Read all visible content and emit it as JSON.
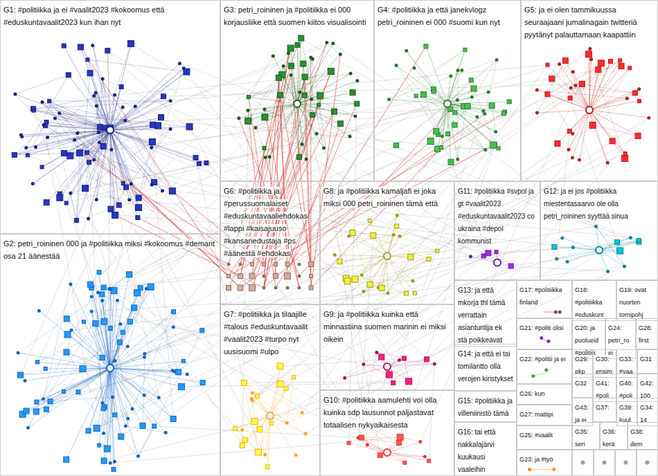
{
  "diagram": {
    "nodes": [
      {
        "text": [
          "G1: #politiikka ja ei #vaalit2023 #kokoomus että #eduskuntavaalit2023 kun ihan nyt"
        ]
      },
      {
        "text": [
          "G2: petri_roininen 000 ja #politiikka miksi #kokoomus #demarit osa 21 äänestää"
        ]
      },
      {
        "text": [
          "G3: petri_roininen ja #politiikka ei 000 korjausliike että suomen kiitos visualisointi"
        ]
      },
      {
        "text": [
          "G4: #politiikka ja että janekvlogz petri_roininen ei 000 #suomi kun nyt"
        ]
      },
      {
        "text": [
          "G5: ja ei olen tammikuussa seuraajaani jumalinagain twitteriä pyytänyt palauttamaan kaapattiin"
        ]
      },
      {
        "text": [
          "G6: #politiikka ja #perussuomalaiset #eduskuntavaaliehdokas #lappi #kaisajuuso #kansanedustaja #ps #äänestä #ehdokas"
        ]
      },
      {
        "text": [
          "G7: #politiikka ja tilaajille #talous #eduskuntavaalit #vaalit2023 #turpo nyt uusisuomi #ulpo"
        ]
      },
      {
        "text": [
          "G8: ja #politiikka kamaljafi ei joka miksi 000 petri_roininen tämä että"
        ]
      },
      {
        "text": [
          "G9: ja #politiikka kuinka että minnastiina suomen marinin ei miksi oikein"
        ]
      },
      {
        "text": [
          "G10: #politiikka aamulehti voi olla kuinka sdp lausunnot paljastavat totaalisen nykyaikaisesta"
        ]
      },
      {
        "text": [
          "G11: #politiikka #svpol ja gt #vaalit2023 #eduskuntavaalit2023 co ukraina #depol kommunist"
        ]
      },
      {
        "text": [
          "G12: ja ei jos #politiikka miestentasaarvo ole olla petri_roininen syyttää sinua"
        ]
      },
      {
        "text": [
          "G13: ja että mkorja thl tämä verrattain asiantuntija ek stä poikkeavat"
        ]
      },
      {
        "text": [
          "G14: ja että ei tai tomilantto olla verojen kiristykset"
        ]
      },
      {
        "text": [
          "G15: #politiikka ja villeniinistö tämä"
        ]
      },
      {
        "text": [
          "G16: tai että nakkalajärvi kuukausi vaaleihin"
        ]
      },
      {
        "text": [
          "G17: #politiikka finland"
        ]
      },
      {
        "text": [
          "G18: #politiikka #eduskunt"
        ]
      },
      {
        "text": [
          "G19: ovat nuorten tornipohj"
        ]
      },
      {
        "text": [
          "G20: ja puolueid #politiik"
        ]
      },
      {
        "text": [
          "G21: #politi olisi"
        ]
      },
      {
        "text": [
          "G22: #politii ja ei"
        ]
      },
      {
        "text": [
          "G23: ja #työ"
        ]
      },
      {
        "text": [
          "G24: petri_ro ei"
        ]
      },
      {
        "text": [
          "G25: #vaalit"
        ]
      },
      {
        "text": [
          "G26: kun"
        ]
      },
      {
        "text": [
          "G27: mattipi"
        ]
      },
      {
        "text": [
          "G28: first"
        ]
      },
      {
        "text": [
          "G29: ekp"
        ]
      },
      {
        "text": [
          "G30: ensim"
        ]
      },
      {
        "text": [
          "G31"
        ]
      },
      {
        "text": [
          "G32"
        ]
      },
      {
        "text": [
          "G33: #vaa"
        ]
      },
      {
        "text": [
          "G34: 14"
        ]
      },
      {
        "text": [
          "G35: seri"
        ]
      },
      {
        "text": [
          "G36: kerä"
        ]
      },
      {
        "text": [
          "G37:"
        ]
      },
      {
        "text": [
          "G38: dem"
        ]
      },
      {
        "text": [
          "G39: kuul"
        ]
      },
      {
        "text": [
          "G40: #poli"
        ]
      },
      {
        "text": [
          "G41: #poli"
        ]
      },
      {
        "text": [
          "G42: 100"
        ]
      },
      {
        "text": [
          "G43: ja ei"
        ]
      }
    ]
  }
}
